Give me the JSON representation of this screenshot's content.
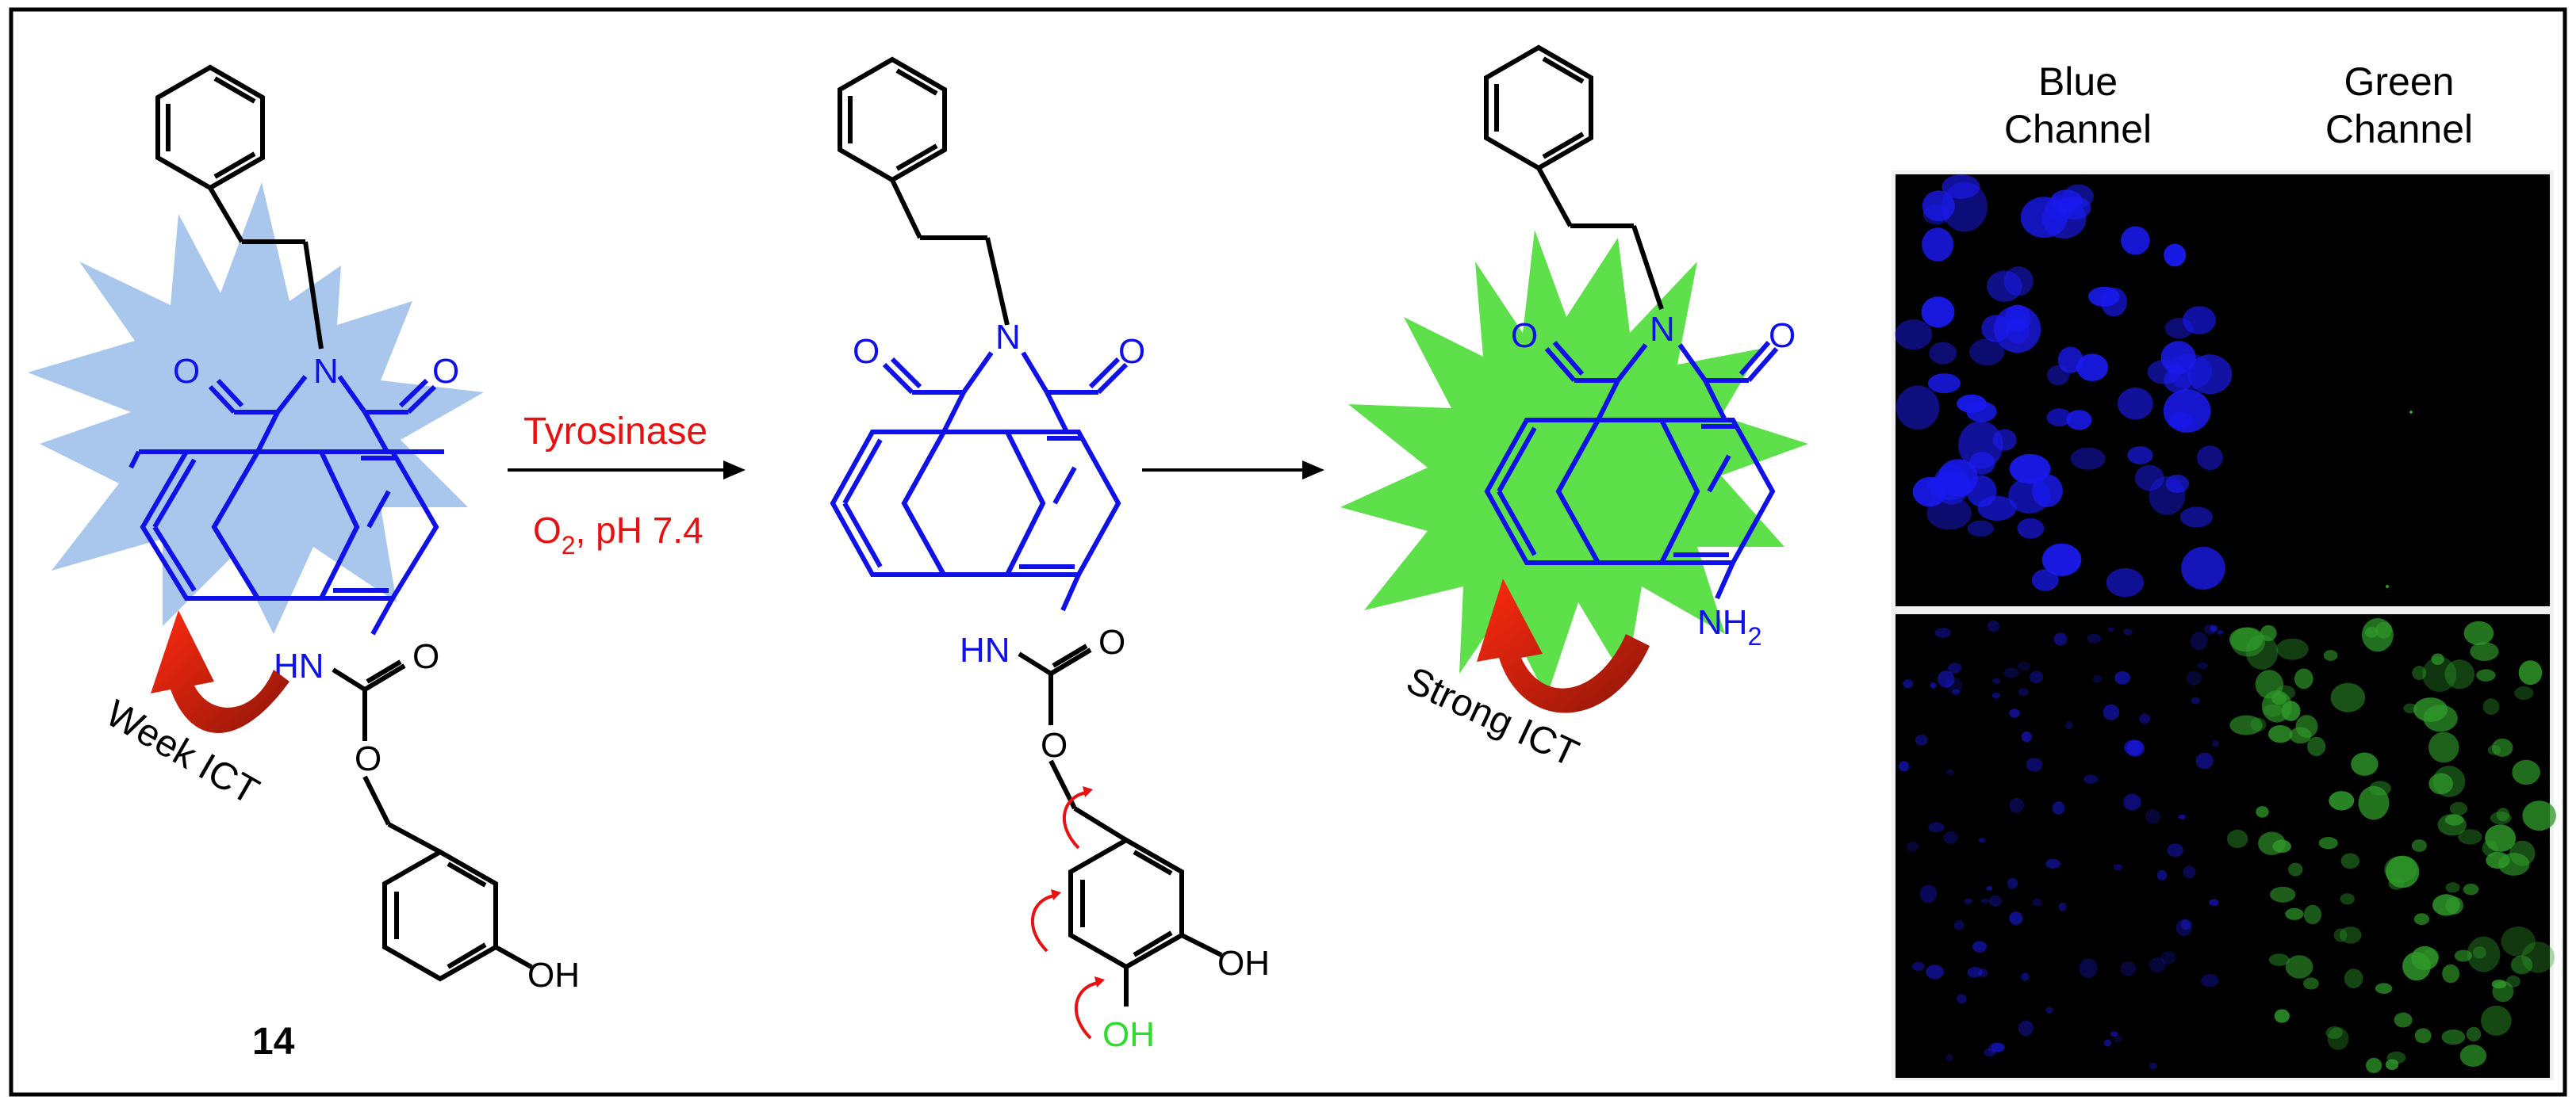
{
  "reaction": {
    "enzyme": "Tyrosinase",
    "conditions_o": "O",
    "conditions_sub": "2",
    "conditions_rest": ", pH 7.4"
  },
  "compound": {
    "number": "14"
  },
  "labels": {
    "weak_ict": "Week ICT",
    "strong_ict": "Strong ICT"
  },
  "atoms": {
    "O": "O",
    "N": "N",
    "HN": "HN",
    "OH": "OH",
    "NH": "NH",
    "H2_sub": "2"
  },
  "imaging": {
    "col1_line1": "Blue",
    "col1_line2": "Channel",
    "col2_line1": "Green",
    "col2_line2": "Channel"
  },
  "colors": {
    "blue_glow": "#a9c7ec",
    "green_glow": "#5ee04a",
    "fluorophore": "#1010e8",
    "arrow_red": "#b81b0a",
    "released_oh": "#2edc2e",
    "blue_cells": "#1a1af0",
    "green_cells": "#2f9a2a"
  }
}
